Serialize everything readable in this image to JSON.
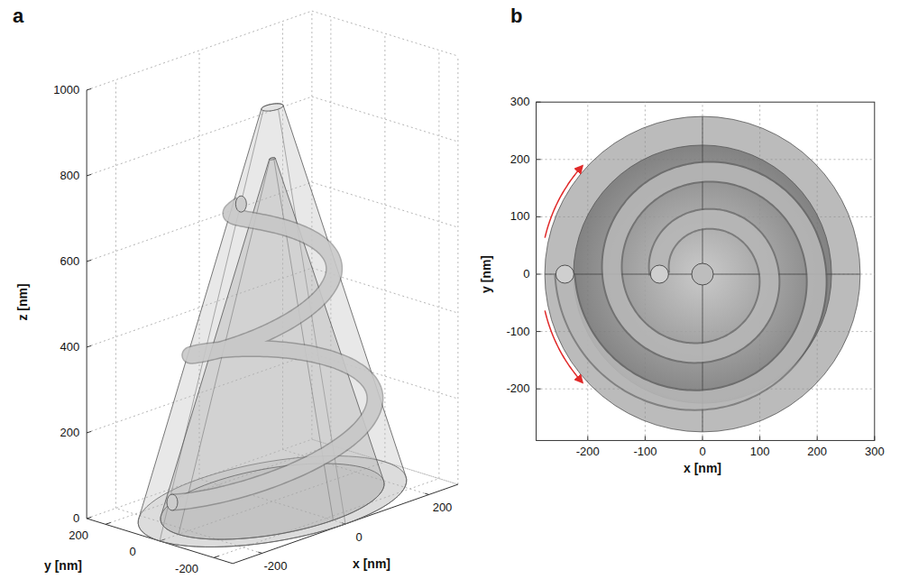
{
  "diagram": {
    "labels": [
      "a",
      "1000",
      "800",
      "600",
      "400",
      "200",
      "0",
      "z [nm]",
      "200",
      "0",
      "-200",
      "y [nm]",
      "-200",
      "0",
      "200",
      "x [nm]",
      "b",
      "300",
      "200",
      "100",
      "0",
      "-100",
      "-200",
      "y [nm]",
      "-200",
      "-100",
      "0",
      "100",
      "200",
      "300",
      "x [nm]"
    ]
  }
}
